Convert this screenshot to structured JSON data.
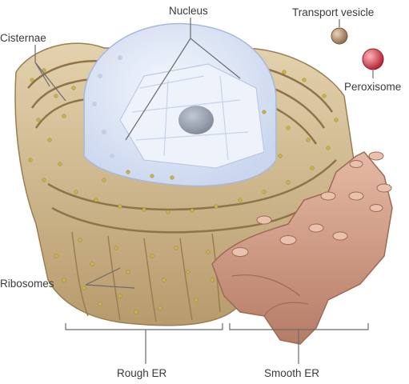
{
  "labels": {
    "nucleus": "Nucleus",
    "transport_vesicle": "Transport vesicle",
    "peroxisome": "Peroxisome",
    "cisternae": "Cisternae",
    "ribosomes": "Ribosomes",
    "rough_er": "Rough ER",
    "smooth_er": "Smooth ER"
  },
  "colors": {
    "rough_er_fill": "#d6c19a",
    "rough_er_dark": "#a88c5e",
    "ribosome": "#c9b24a",
    "nucleus_fill": "#dfe8f7",
    "nucleolus": "#9aa2b2",
    "smooth_er_fill": "#d9a58e",
    "smooth_er_dark": "#b9806a",
    "vesicle": "#b58b64",
    "peroxisome": "#d93a4a",
    "leader_line": "#6b6b6b"
  }
}
